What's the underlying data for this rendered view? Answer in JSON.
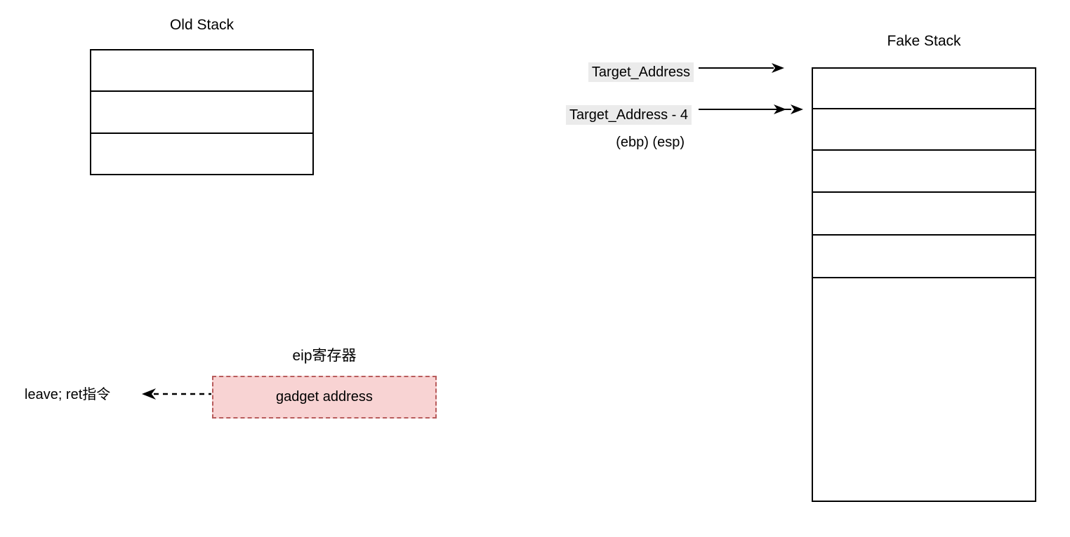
{
  "diagram": {
    "old_stack": {
      "title": "Old Stack",
      "row_count": 3
    },
    "fake_stack": {
      "title": "Fake Stack",
      "row_count": 6
    },
    "annotations": {
      "target_address": "Target_Address",
      "target_address_minus_4": "Target_Address - 4",
      "registers": "(ebp) (esp)",
      "eip_register": "eip寄存器",
      "gadget_address": "gadget address",
      "leave_ret": "leave; ret指令"
    },
    "colors": {
      "background": "#ffffff",
      "line": "#000000",
      "label_highlight": "#ebebeb",
      "gadget_fill": "#f8d3d3",
      "gadget_border": "#b85c5c"
    }
  }
}
